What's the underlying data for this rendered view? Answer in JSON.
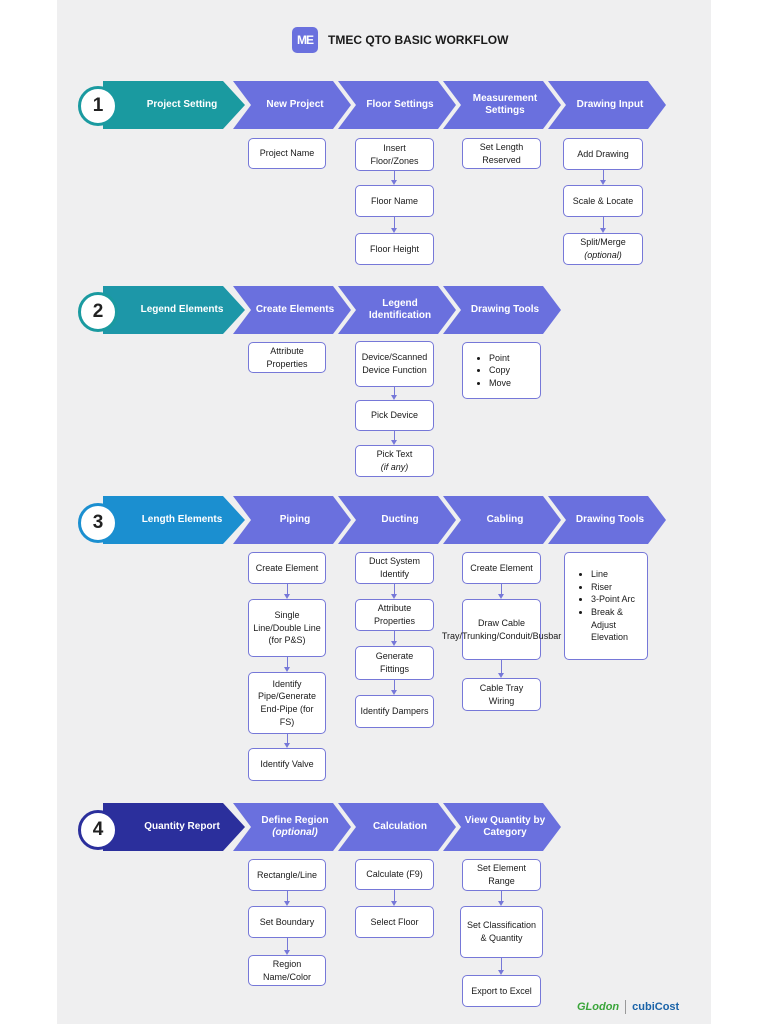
{
  "header": {
    "logo_text": "ME",
    "title": "TMEC QTO BASIC WORKFLOW"
  },
  "colors": {
    "step_blue": "#6a70de",
    "teal": "#1a9aa0",
    "sky": "#1b8fd0",
    "navy": "#2b2f9c"
  },
  "rows": [
    {
      "number": "1",
      "chevrons": [
        "Project Setting",
        "New Project",
        "Floor Settings",
        "Measurement Settings",
        "Drawing Input"
      ],
      "boxes": {
        "new_project": [
          "Project Name"
        ],
        "floor_settings": [
          "Insert Floor/Zones",
          "Floor Name",
          "Floor Height"
        ],
        "measurement": [
          "Set Length Reserved"
        ],
        "drawing_input": [
          "Add Drawing",
          "Scale & Locate",
          "Split/Merge"
        ],
        "drawing_input_note": "(optional)"
      }
    },
    {
      "number": "2",
      "chevrons": [
        "Legend Elements",
        "Create Elements",
        "Legend Identification",
        "Drawing Tools"
      ],
      "boxes": {
        "create_elements": [
          "Attribute Properties"
        ],
        "legend_id": [
          "Device/Scanned Device Function",
          "Pick Device",
          "Pick Text"
        ],
        "legend_note": "(if any)",
        "tools": [
          "Point",
          "Copy",
          "Move"
        ]
      }
    },
    {
      "number": "3",
      "chevrons": [
        "Length Elements",
        "Piping",
        "Ducting",
        "Cabling",
        "Drawing Tools"
      ],
      "boxes": {
        "piping": [
          "Create Element",
          "Single Line/Double Line (for P&S)",
          "Identify Pipe/Generate End-Pipe (for FS)",
          "Identify Valve"
        ],
        "ducting": [
          "Duct System Identify",
          "Attribute Properties",
          "Generate Fittings",
          "Identify Dampers"
        ],
        "cabling": [
          "Create Element",
          "Draw Cable Tray/Trunking/Conduit/Busbar",
          "Cable Tray Wiring"
        ],
        "tools": [
          "Line",
          "Riser",
          "3-Point Arc",
          "Break & Adjust Elevation"
        ]
      }
    },
    {
      "number": "4",
      "chevrons": [
        "Quantity Report",
        "Define Region",
        "Calculation",
        "View Quantity by Category"
      ],
      "define_region_note": "(optional)",
      "boxes": {
        "define_region": [
          "Rectangle/Line",
          "Set Boundary",
          "Region Name/Color"
        ],
        "calculation": [
          "Calculate (F9)",
          "Select Floor"
        ],
        "view_quantity": [
          "Set Element Range",
          "Set Classification & Quantity",
          "Export to Excel"
        ]
      }
    }
  ],
  "footer": {
    "brand_left": "GLodon",
    "brand_right": "cubiCost"
  }
}
